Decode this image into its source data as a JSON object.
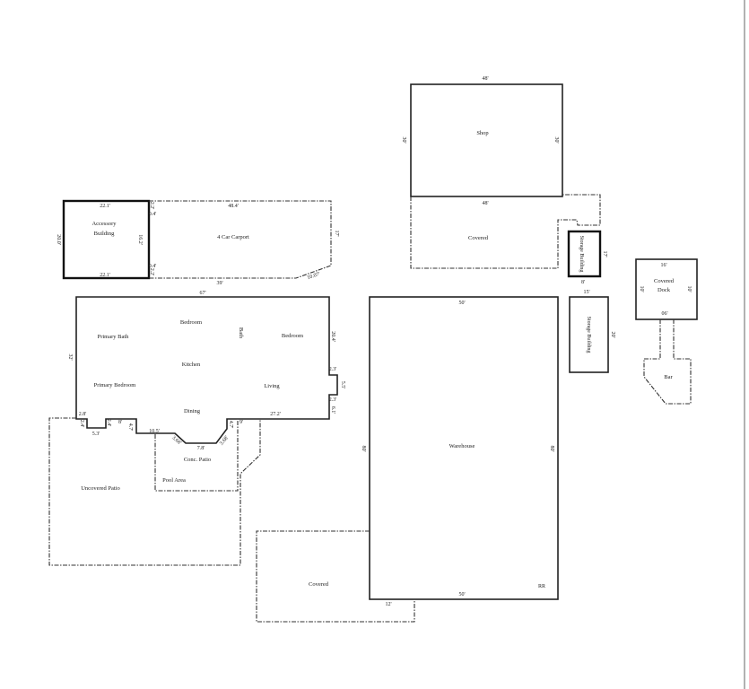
{
  "accessory": {
    "name_1": "Accessory",
    "name_2": "Building",
    "top": "22.1'",
    "bottom": "22.1'",
    "left": "20.0'",
    "right": "16.2'",
    "d1": "2.2'",
    "d2": "0.4'",
    "d3": "0.4'",
    "d4": "2.2'"
  },
  "carport": {
    "name": "4 Car Carport",
    "top": "48.4'",
    "right": "17'",
    "bottom": "39'",
    "diag": "10.07'"
  },
  "house": {
    "top": "67'",
    "left": "32'",
    "rooms": {
      "bedroom_1": "Bedroom",
      "primary_bath": "Primary Bath",
      "bath": "Bath",
      "bedroom_2": "Bedroom",
      "kitchen": "Kitchen",
      "primary_bedroom": "Primary Bedroom",
      "living": "Living",
      "dining": "Dining"
    },
    "dims": {
      "r1": "20.4'",
      "r2": "2.3'",
      "r3": "5.5'",
      "r4": "2.3'",
      "r5": "6.1'",
      "b1": "2.8'",
      "b2": "2.4'",
      "b3": "5.3'",
      "b4": "2.4'",
      "b5": "8'",
      "b6": "4.7'",
      "b7": "10.5'",
      "b8": "3.68'",
      "b9": "7.8'",
      "b10": "3.68'",
      "b11": "4.7'",
      "b12": "9'",
      "b13": "27.2'"
    }
  },
  "patios": {
    "conc": "Conc. Patio",
    "pool": "Pool Area",
    "uncovered": "Uncovered Patio"
  },
  "shop": {
    "name": "Shop",
    "top": "48'",
    "left": "30'",
    "right": "30'",
    "bottom": "48'"
  },
  "shop_covered": {
    "name": "Covered"
  },
  "storage_1": {
    "name": "Storage Building",
    "side": "17'",
    "bottom": "8'"
  },
  "storage_2": {
    "name": "Storage Building",
    "top": "15'",
    "side": "20'"
  },
  "dock": {
    "name_1": "Covered",
    "name_2": "Dock",
    "top": "16'",
    "left": "10'",
    "right": "10'",
    "bottom": "06'"
  },
  "bar": {
    "name": "Bar"
  },
  "warehouse": {
    "name": "Warehouse",
    "top": "50'",
    "bottom": "50'",
    "left": "80'",
    "right": "80'",
    "rr": "RR"
  },
  "warehouse_covered": {
    "name": "Covered",
    "dim": "12'"
  }
}
